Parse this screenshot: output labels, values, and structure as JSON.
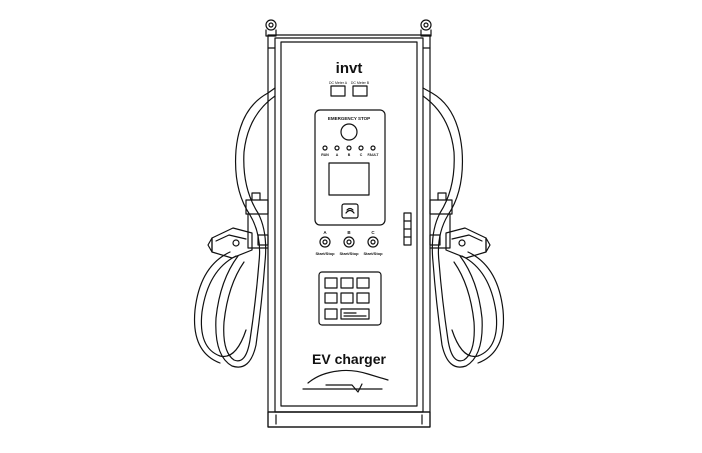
{
  "brand": {
    "logo_text": "invt"
  },
  "panel": {
    "connector_labels": [
      "DC Meter A",
      "DC Meter B"
    ],
    "emergency_label": "EMERGENCY STOP",
    "indicator_labels": [
      "RUN",
      "A",
      "B",
      "C",
      "FAULT"
    ],
    "gun_labels": [
      "A",
      "B",
      "C"
    ],
    "gun_button_labels": [
      "Start/Stop",
      "Start/Stop",
      "Start/Stop"
    ]
  },
  "product": {
    "title": "EV charger"
  },
  "colors": {
    "line": "#111111",
    "background": "#ffffff"
  }
}
